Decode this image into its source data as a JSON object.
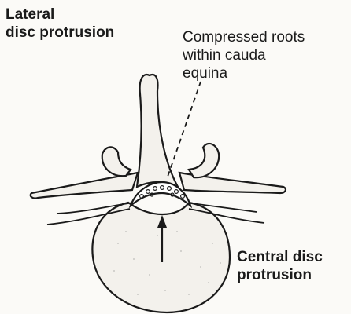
{
  "labels": {
    "lateral": [
      "Lateral",
      "disc protrusion"
    ],
    "compressed": [
      "Compressed roots",
      "within cauda",
      "equina"
    ],
    "central": [
      "Central disc",
      "protrusion"
    ]
  },
  "colors": {
    "ink": "#1a1a1a",
    "paper": "#fbfaf7",
    "stipple": "#555555"
  }
}
